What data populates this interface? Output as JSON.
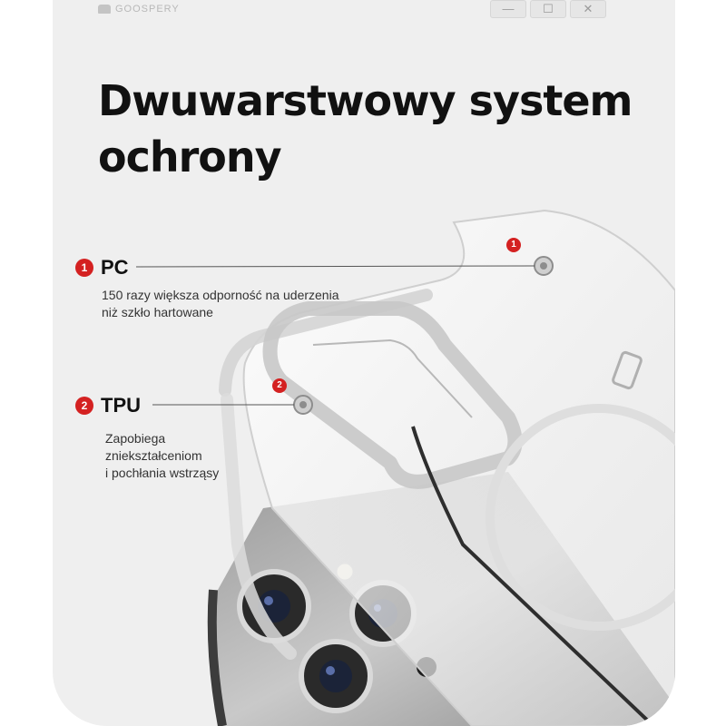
{
  "window": {
    "brand": "GOOSPERY",
    "minimize_glyph": "—",
    "maximize_glyph": "☐",
    "close_glyph": "✕"
  },
  "title": {
    "line1": "Dwuwarstwowy system",
    "line2": "ochrony"
  },
  "callouts": [
    {
      "number": "1",
      "label": "PC",
      "desc_line1": "150 razy większa odporność na uderzenia",
      "desc_line2": "niż szkło hartowane"
    },
    {
      "number": "2",
      "label": "TPU",
      "desc_line1": "Zapobiega",
      "desc_line2": "zniekształceniom",
      "desc_line3": "i pochłania wstrząsy"
    }
  ],
  "colors": {
    "accent": "#d42121",
    "background": "#efefef",
    "title": "#111111"
  },
  "icons": [
    "goospery-logo-icon",
    "minimize-icon",
    "maximize-icon",
    "close-icon",
    "phone-case-illustration"
  ]
}
